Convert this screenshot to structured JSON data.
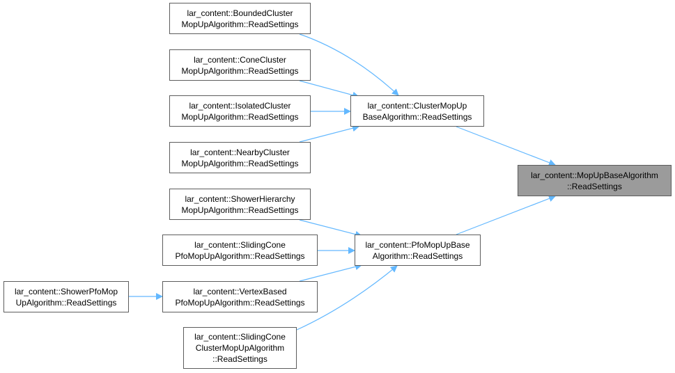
{
  "graph": {
    "colors": {
      "edge": "#63b8ff",
      "node_border": "#5c5c5c",
      "focus_fill": "#9b9b9b"
    },
    "nodes": [
      {
        "id": "focus",
        "lines": [
          "lar_content::MopUpBaseAlgorithm",
          "::ReadSettings"
        ]
      },
      {
        "id": "cluster-base",
        "lines": [
          "lar_content::ClusterMopUp",
          "BaseAlgorithm::ReadSettings"
        ]
      },
      {
        "id": "pfo-base",
        "lines": [
          "lar_content::PfoMopUpBase",
          "Algorithm::ReadSettings"
        ]
      },
      {
        "id": "bounded",
        "lines": [
          "lar_content::BoundedCluster",
          "MopUpAlgorithm::ReadSettings"
        ]
      },
      {
        "id": "cone",
        "lines": [
          "lar_content::ConeCluster",
          "MopUpAlgorithm::ReadSettings"
        ]
      },
      {
        "id": "isolated",
        "lines": [
          "lar_content::IsolatedCluster",
          "MopUpAlgorithm::ReadSettings"
        ]
      },
      {
        "id": "nearby",
        "lines": [
          "lar_content::NearbyCluster",
          "MopUpAlgorithm::ReadSettings"
        ]
      },
      {
        "id": "shower-hierarchy",
        "lines": [
          "lar_content::ShowerHierarchy",
          "MopUpAlgorithm::ReadSettings"
        ]
      },
      {
        "id": "sliding-cone-pfo",
        "lines": [
          "lar_content::SlidingCone",
          "PfoMopUpAlgorithm::ReadSettings"
        ]
      },
      {
        "id": "vertex-based",
        "lines": [
          "lar_content::VertexBased",
          "PfoMopUpAlgorithm::ReadSettings"
        ]
      },
      {
        "id": "shower-pfo",
        "lines": [
          "lar_content::ShowerPfoMop",
          "UpAlgorithm::ReadSettings"
        ]
      },
      {
        "id": "sliding-cone-cluster",
        "lines": [
          "lar_content::SlidingCone",
          "ClusterMopUpAlgorithm",
          "::ReadSettings"
        ]
      }
    ],
    "edges": [
      {
        "from": "bounded",
        "to": "cluster-base"
      },
      {
        "from": "cone",
        "to": "cluster-base"
      },
      {
        "from": "isolated",
        "to": "cluster-base"
      },
      {
        "from": "nearby",
        "to": "cluster-base"
      },
      {
        "from": "cluster-base",
        "to": "focus"
      },
      {
        "from": "pfo-base",
        "to": "focus"
      },
      {
        "from": "shower-hierarchy",
        "to": "pfo-base"
      },
      {
        "from": "sliding-cone-pfo",
        "to": "pfo-base"
      },
      {
        "from": "vertex-based",
        "to": "pfo-base"
      },
      {
        "from": "sliding-cone-cluster",
        "to": "pfo-base"
      },
      {
        "from": "shower-pfo",
        "to": "vertex-based"
      }
    ]
  }
}
